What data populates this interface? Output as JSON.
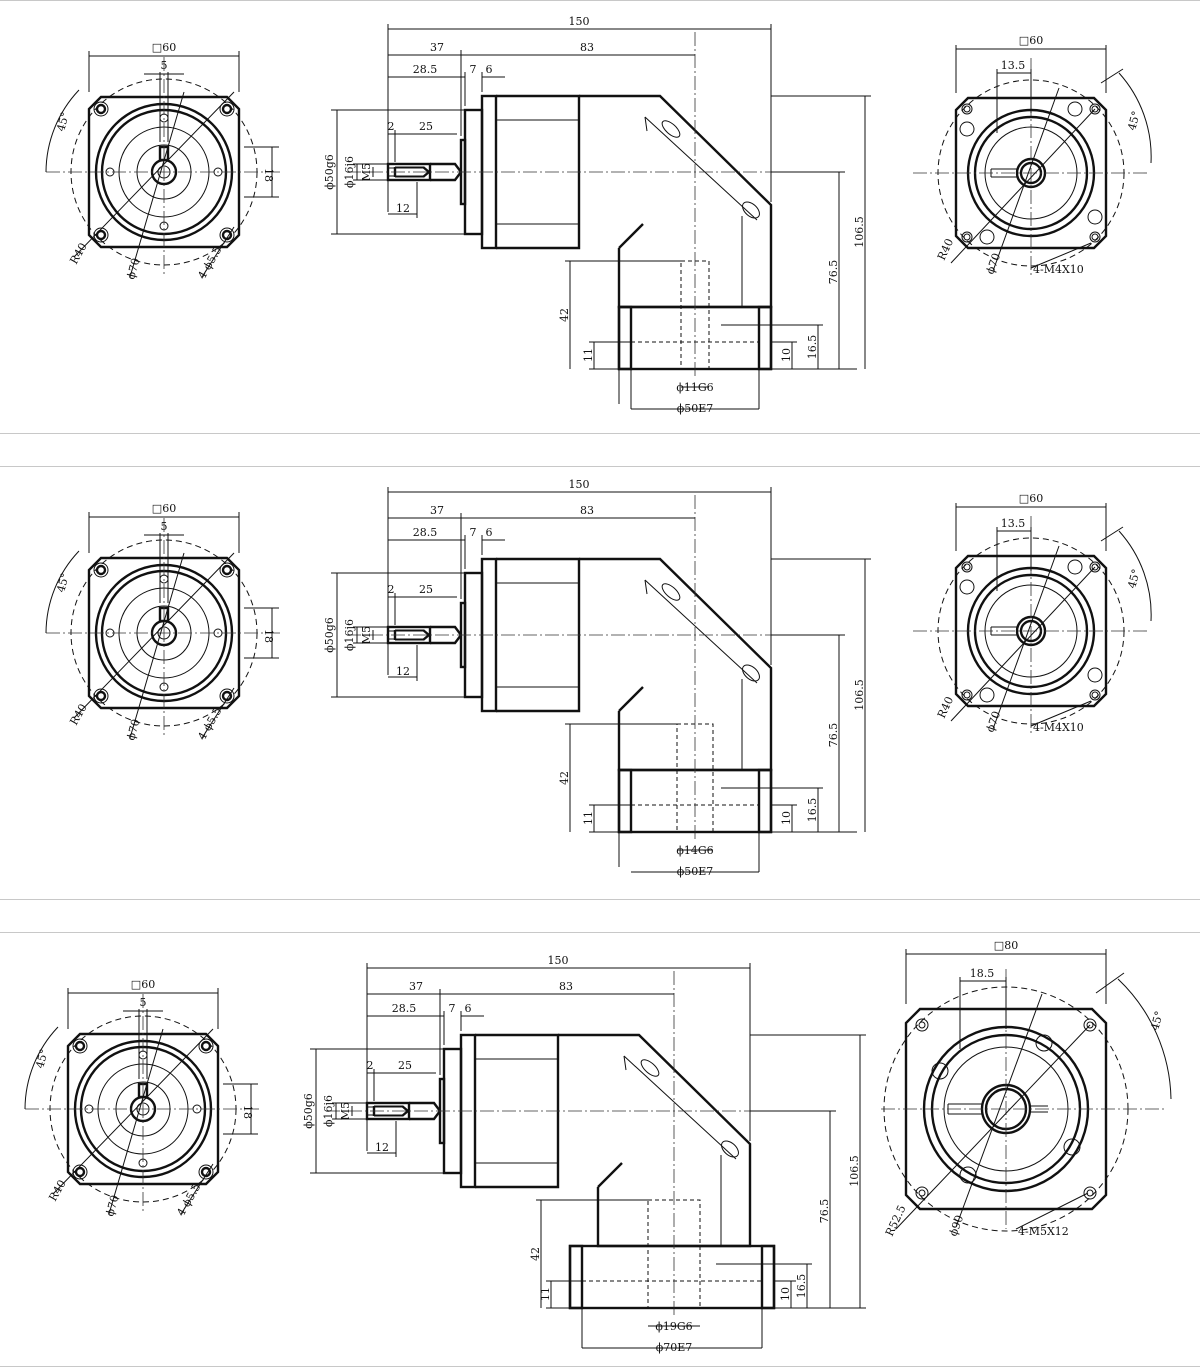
{
  "panels": [
    {
      "front": {
        "square": "60",
        "key": "5",
        "angle": "45°",
        "height": "18",
        "radius": "R40",
        "dia": "ϕ70",
        "holes": "4-ϕ5.5"
      },
      "side": {
        "total": "150",
        "d37": "37",
        "d83": "83",
        "d28": "28.5",
        "d7": "7",
        "d6": "6",
        "d2": "2",
        "d25": "25",
        "d12": "12",
        "dpilot": "ϕ50g6",
        "dshaft": "ϕ16j6",
        "thread": "M5",
        "h42": "42",
        "h11": "11",
        "h10": "10",
        "h16": "16.5",
        "h76": "76.5",
        "h106": "106.5",
        "dbore": "ϕ11G6",
        "dflange": "ϕ50E7"
      },
      "rear": {
        "square": "60",
        "key": "13.5",
        "angle": "45°",
        "radius": "R40",
        "dia": "ϕ70",
        "holes": "4-M4X10"
      }
    },
    {
      "front": {
        "square": "60",
        "key": "5",
        "angle": "45°",
        "height": "18",
        "radius": "R40",
        "dia": "ϕ70",
        "holes": "4-ϕ5.5"
      },
      "side": {
        "total": "150",
        "d37": "37",
        "d83": "83",
        "d28": "28.5",
        "d7": "7",
        "d6": "6",
        "d2": "2",
        "d25": "25",
        "d12": "12",
        "dpilot": "ϕ50g6",
        "dshaft": "ϕ16j6",
        "thread": "M5",
        "h42": "42",
        "h11": "11",
        "h10": "10",
        "h16": "16.5",
        "h76": "76.5",
        "h106": "106.5",
        "dbore": "ϕ14G6",
        "dflange": "ϕ50E7"
      },
      "rear": {
        "square": "60",
        "key": "13.5",
        "angle": "45°",
        "radius": "R40",
        "dia": "ϕ70",
        "holes": "4-M4X10"
      }
    },
    {
      "front": {
        "square": "60",
        "key": "5",
        "angle": "45°",
        "height": "18",
        "radius": "R40",
        "dia": "ϕ70",
        "holes": "4-ϕ5.5"
      },
      "side": {
        "total": "150",
        "d37": "37",
        "d83": "83",
        "d28": "28.5",
        "d7": "7",
        "d6": "6",
        "d2": "2",
        "d25": "25",
        "d12": "12",
        "dpilot": "ϕ50g6",
        "dshaft": "ϕ16j6",
        "thread": "M5",
        "h42": "42",
        "h11": "11",
        "h10": "10",
        "h16": "16.5",
        "h76": "76.5",
        "h106": "106.5",
        "dbore": "ϕ19G6",
        "dflange": "ϕ70E7"
      },
      "rear": {
        "square": "80",
        "key": "18.5",
        "angle": "45°",
        "radius": "R52.5",
        "dia": "ϕ90",
        "holes": "4-M5X12"
      }
    }
  ],
  "colors": {
    "line": "#111111",
    "border": "#c8c8c8",
    "background": "#ffffff"
  }
}
